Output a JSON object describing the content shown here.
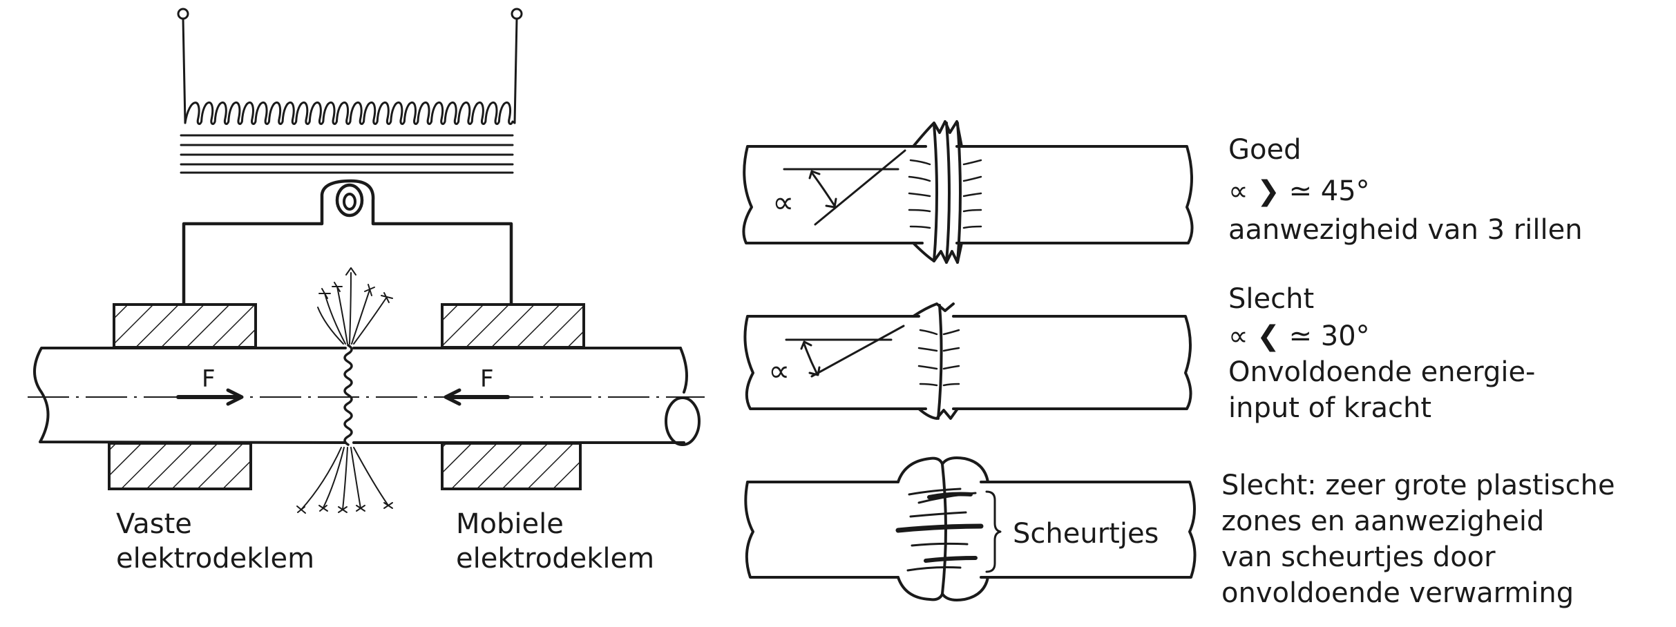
{
  "machine": {
    "force_left": "F",
    "force_right": "F",
    "fixed_clamp_line1": "Vaste",
    "fixed_clamp_line2": "elektrodeklem",
    "mobile_clamp_line1": "Mobiele",
    "mobile_clamp_line2": "elektrodeklem"
  },
  "cases": [
    {
      "title": "Goed",
      "line2": "∝ ❯ ≃ 45°",
      "line3": "aanwezigheid van 3 rillen",
      "angle_symbol": "∝"
    },
    {
      "title": "Slecht",
      "line2": "∝ ❮ ≃ 30°",
      "line3": "Onvoldoende energie-",
      "line4": "input of kracht",
      "angle_symbol": "∝"
    },
    {
      "crack_label": "Scheurtjes",
      "line1": "Slecht: zeer grote plastische",
      "line2": "zones en aanwezigheid",
      "line3": "van scheurtjes door",
      "line4": "onvoldoende verwarming"
    }
  ],
  "colors": {
    "ink": "#1a1a1a",
    "background": "#ffffff"
  }
}
